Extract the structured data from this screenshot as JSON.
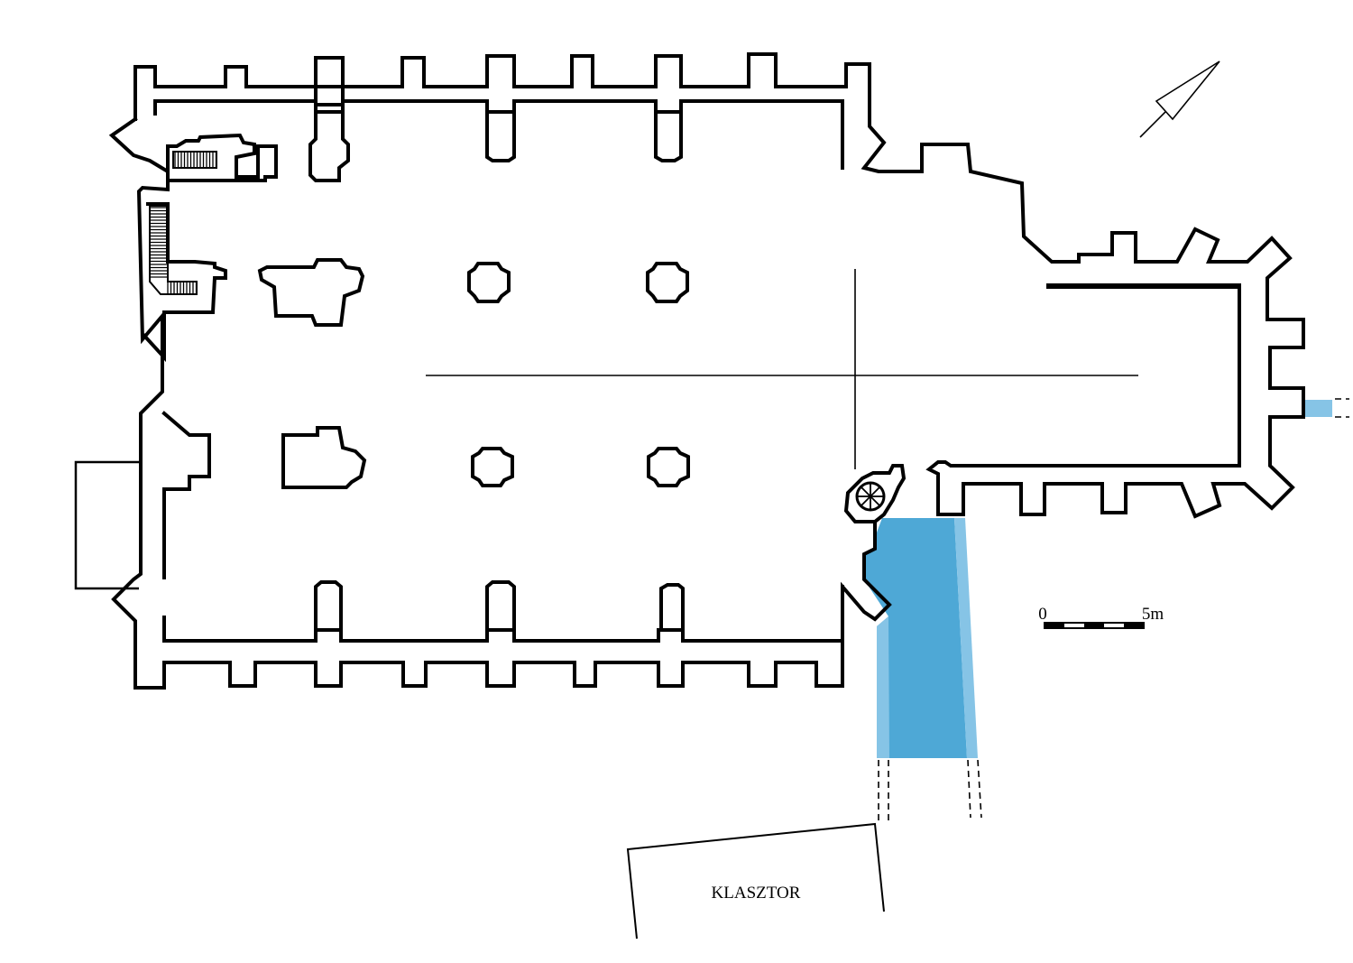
{
  "labels": {
    "building_below": "KLASZTOR",
    "scale_start": "0",
    "scale_end": "5m"
  },
  "colors": {
    "addition_dark": "#4ea8d6",
    "addition_light": "#86c4e6",
    "wall": "#000000"
  },
  "icons": {
    "north_arrow": "north-arrow-icon",
    "spiral_stair": "spiral-staircase-icon"
  }
}
